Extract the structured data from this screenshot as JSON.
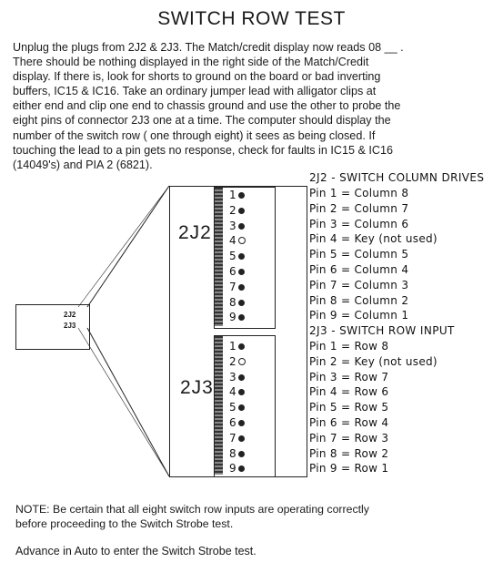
{
  "title": "SWITCH ROW TEST",
  "intro_lines": [
    "Unplug the plugs from 2J2 & 2J3. The Match/credit display now reads 08 __ .",
    "There should be nothing displayed in the right side of the Match/Credit",
    "display.   If there is, look for shorts to ground on the board or bad inverting",
    "buffers, IC15 & IC16.  Take an ordinary jumper lead with alligator clips at",
    "either end and clip one end to chassis ground and use the other to probe the",
    "eight pins of connector 2J3 one at a time.  The computer should display the",
    "number of the switch row ( one through eight) it sees as being closed.  If",
    "touching the lead to a pin gets no response, check for faults in IC15 & IC16",
    "(14049's) and PIA 2 (6821)."
  ],
  "small_board": {
    "labels": [
      "2J2",
      "2J3"
    ]
  },
  "connector_2j2": {
    "label": "2J2",
    "pins": [
      {
        "num": "1",
        "marker": "filled"
      },
      {
        "num": "2",
        "marker": "filled"
      },
      {
        "num": "3",
        "marker": "filled"
      },
      {
        "num": "4",
        "marker": "open"
      },
      {
        "num": "5",
        "marker": "filled"
      },
      {
        "num": "6",
        "marker": "filled"
      },
      {
        "num": "7",
        "marker": "filled"
      },
      {
        "num": "8",
        "marker": "filled"
      },
      {
        "num": "9",
        "marker": "filled"
      }
    ]
  },
  "connector_2j3": {
    "label": "2J3",
    "pins": [
      {
        "num": "1",
        "marker": "filled"
      },
      {
        "num": "2",
        "marker": "open"
      },
      {
        "num": "3",
        "marker": "filled"
      },
      {
        "num": "4",
        "marker": "filled"
      },
      {
        "num": "5",
        "marker": "filled"
      },
      {
        "num": "6",
        "marker": "filled"
      },
      {
        "num": "7",
        "marker": "filled"
      },
      {
        "num": "8",
        "marker": "filled"
      },
      {
        "num": "9",
        "marker": "filled"
      }
    ]
  },
  "column_drives": {
    "heading": "2J2 - SWITCH COLUMN DRIVES",
    "lines": [
      "Pin 1 = Column 8",
      "Pin 2 = Column 7",
      "Pin 3 = Column 6",
      "Pin 4 = Key (not used)",
      "Pin 5 = Column 5",
      "Pin 6 = Column 4",
      "Pin 7 = Column 3",
      "Pin 8 = Column 2",
      "Pin 9 = Column 1"
    ]
  },
  "row_input": {
    "heading": "2J3 - SWITCH ROW INPUT",
    "lines": [
      "Pin 1 = Row 8",
      "Pin 2 = Key (not used)",
      "Pin 3 = Row 7",
      "Pin 4 = Row 6",
      "Pin 5 = Row 5",
      "Pin 6 = Row 4",
      "Pin 7 = Row 3",
      "Pin 8 = Row 2",
      "Pin 9 = Row 1"
    ]
  },
  "note_lines": [
    "NOTE:  Be certain that all eight switch row inputs are operating correctly",
    "before proceeding to the Switch Strobe test."
  ],
  "advance": "Advance in Auto to enter the Switch Strobe test."
}
